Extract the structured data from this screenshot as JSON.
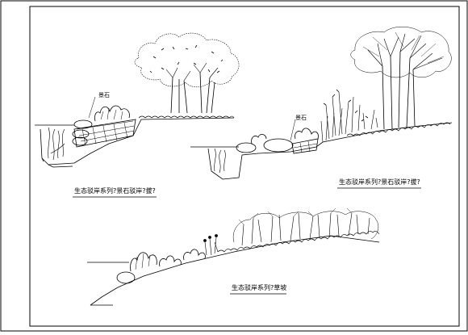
{
  "sections": [
    {
      "caption": "生态驳岸系列?景石驳岸?拔?",
      "label": "景石"
    },
    {
      "caption": "生态驳岸系列?景石驳岸?拔?",
      "label": "景石"
    },
    {
      "caption": "生态驳岸系列?草坡",
      "label": ""
    }
  ],
  "colors": {
    "ink": "#000000",
    "paper": "#ffffff"
  }
}
